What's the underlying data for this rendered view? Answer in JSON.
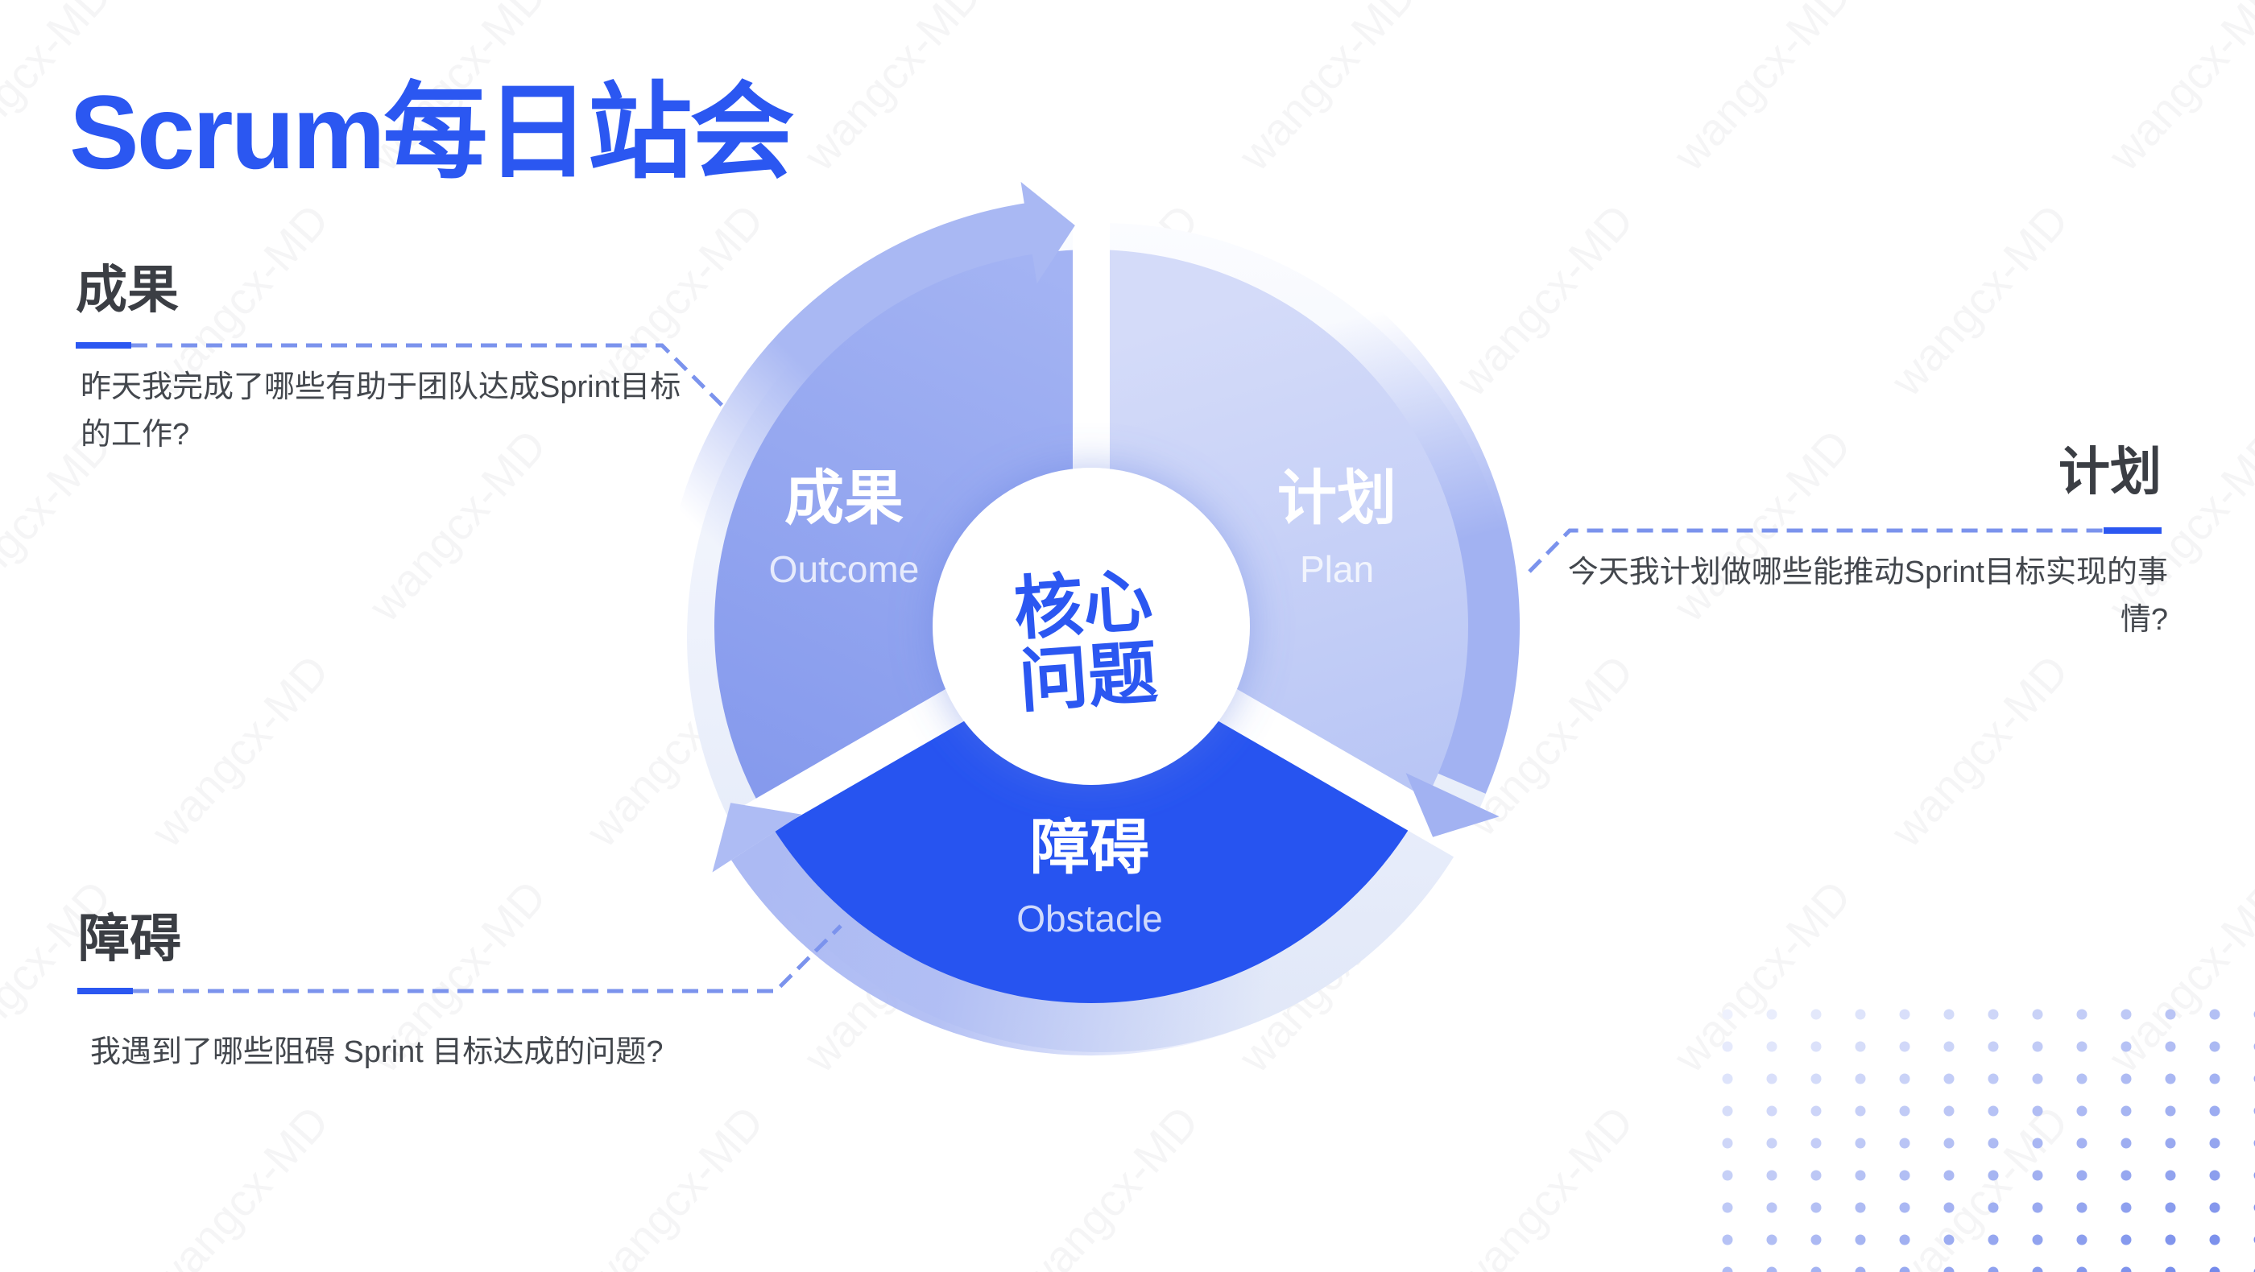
{
  "title": "Scrum每日站会",
  "watermark": {
    "text": "wangcx-MD"
  },
  "colors": {
    "accent": "#2B57F1",
    "heading_text": "#3B3E44",
    "body_text": "#43474D",
    "dash_line": "#7B93ED",
    "disc_from": "#FBFCFF",
    "disc_to": "#E0E7F8",
    "wedge_outcome_from": "#A3B3F3",
    "wedge_outcome_to": "#8297EC",
    "wedge_plan_from": "#D4DBF9",
    "wedge_plan_to": "#B9C6F5",
    "wedge_obstacle": "#2754F0",
    "band_left": "#A9B8F3",
    "band_right": "#A2B2F2",
    "band_bottom": "#ACBAF3",
    "arrow_top": "#A9B8F3",
    "arrow_right": "#A2B2F2",
    "arrow_bottom_left": "#AEBCF4",
    "gap_white": "#FFFFFF",
    "center_circle": "#FFFFFF",
    "center_glow": "#5F7BE0",
    "center_text": "#2B57F1",
    "wedge_label": "#FFFFFF",
    "wedge_sublabel": "rgba(255,255,255,0.78)",
    "dots_from": "#EEF1FD",
    "dots_to": "#6F86EA"
  },
  "callouts": {
    "outcome": {
      "heading": "成果",
      "body": "昨天我完成了哪些有助于团队达成Sprint目标的工作?"
    },
    "plan": {
      "heading": "计划",
      "body": "今天我计划做哪些能推动Sprint目标实现的事情?"
    },
    "obstacle": {
      "heading": "障碍",
      "body": "我遇到了哪些阻碍 Sprint 目标达成的问题?"
    }
  },
  "diagram": {
    "center": {
      "line1": "核心",
      "line2": "问题"
    },
    "segments": [
      {
        "id": "outcome",
        "label": "成果",
        "sublabel": "Outcome"
      },
      {
        "id": "plan",
        "label": "计划",
        "sublabel": "Plan"
      },
      {
        "id": "obstacle",
        "label": "障碍",
        "sublabel": "Obstacle"
      }
    ]
  }
}
